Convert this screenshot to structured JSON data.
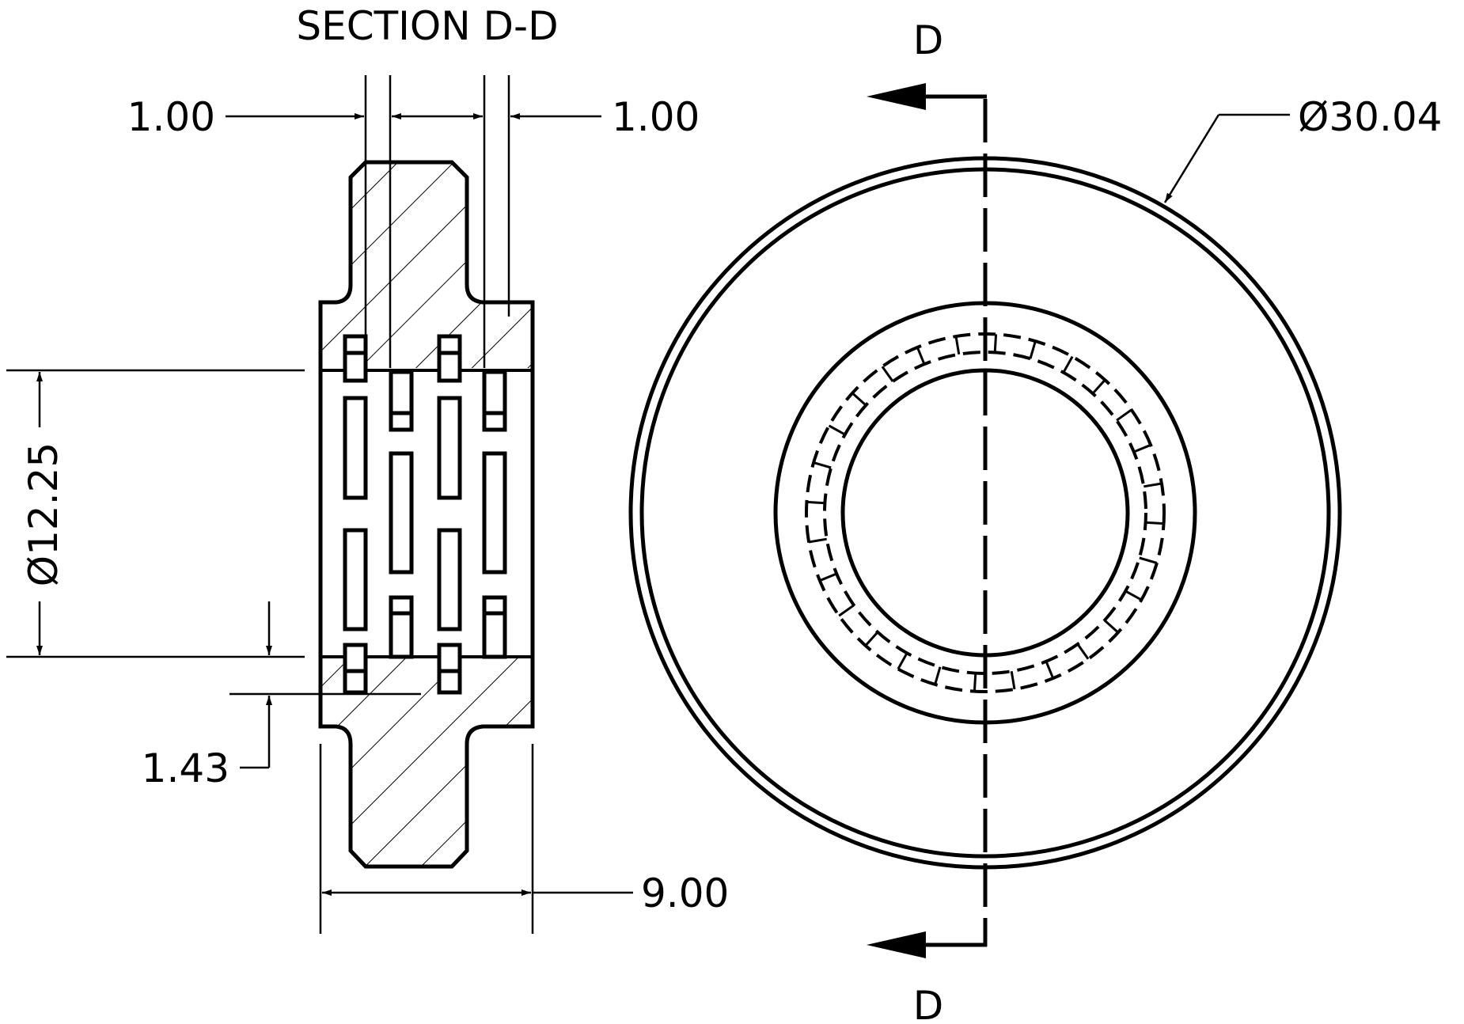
{
  "section_title": "SECTION D-D",
  "cut_label_top": "D",
  "cut_label_bottom": "D",
  "dimensions": {
    "left_wall": "1.00",
    "right_wall": "1.00",
    "bore_diameter": "Ø12.25",
    "offset": "1.43",
    "width": "9.00",
    "outer_diameter": "Ø30.04"
  }
}
